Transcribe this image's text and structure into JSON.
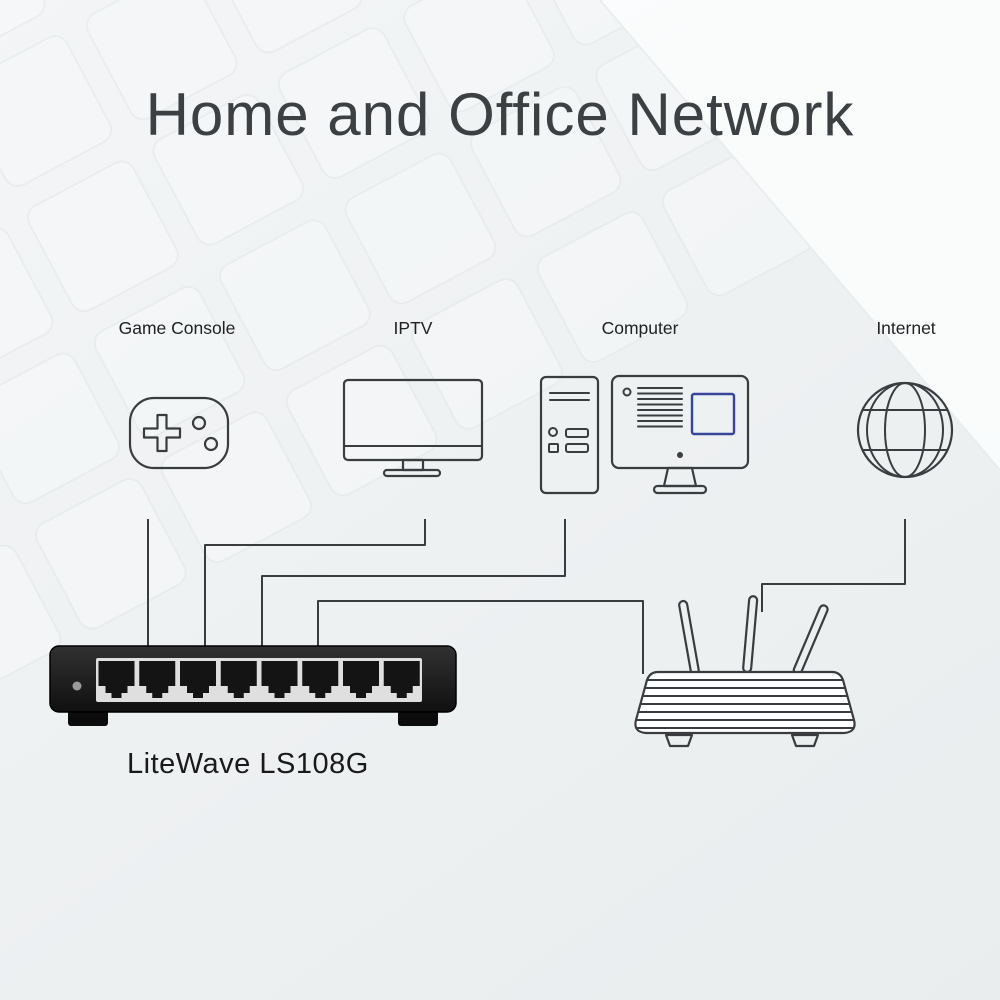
{
  "title": "Home and Office Network",
  "devices": [
    {
      "id": "game-console",
      "label": "Game Console"
    },
    {
      "id": "iptv",
      "label": "IPTV"
    },
    {
      "id": "computer",
      "label": "Computer"
    },
    {
      "id": "internet",
      "label": "Internet"
    }
  ],
  "switch": {
    "label": "LiteWave LS108G",
    "ports": 8
  },
  "router": {
    "antennas": 3
  },
  "connections": [
    {
      "from": "game-console",
      "to": "switch"
    },
    {
      "from": "iptv",
      "to": "switch"
    },
    {
      "from": "computer",
      "to": "switch"
    },
    {
      "from": "router",
      "to": "switch"
    },
    {
      "from": "internet",
      "to": "router"
    }
  ],
  "colors": {
    "line": "#3a3d40",
    "accent": "#36459b",
    "title": "#3c4043",
    "label": "#202124",
    "switch-dark": "#141414",
    "bg-top": "#f3f5f6",
    "bg-bottom": "#e9edee"
  }
}
